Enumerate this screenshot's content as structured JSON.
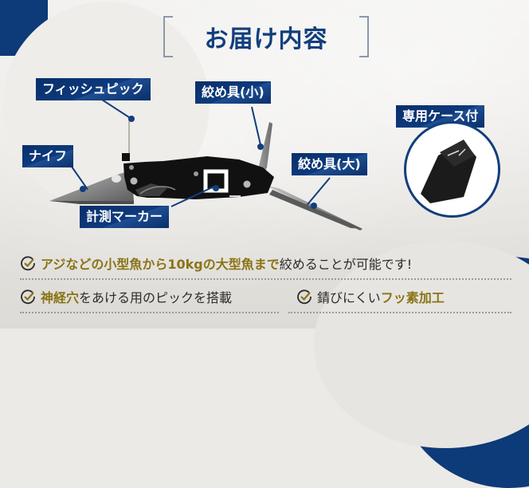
{
  "title": "お届け内容",
  "labels": {
    "fish_pick": "フィッシュピック",
    "shime_small": "絞め具(小)",
    "case": "専用ケース付",
    "knife": "ナイフ",
    "shime_large": "絞め具(大)",
    "measure_marker": "計測マーカー"
  },
  "features": [
    {
      "parts": [
        {
          "text": "アジなどの小型魚から10kgの大型魚まで",
          "highlight": true
        },
        {
          "text": "絞めることが可能です!",
          "highlight": false
        }
      ]
    },
    {
      "parts": [
        {
          "text": "神経穴",
          "highlight": true
        },
        {
          "text": "をあける用のピックを搭載",
          "highlight": false
        }
      ]
    },
    {
      "parts": [
        {
          "text": "錆びにくい",
          "highlight": false
        },
        {
          "text": "フッ素加工",
          "highlight": true
        }
      ]
    }
  ],
  "colors": {
    "navy": "#123e7d",
    "highlight_gold": "#8a7415",
    "text": "#2b2b2b",
    "bracket_gray": "#8b98ab"
  },
  "icons": {
    "bullet": "check-circle-icon"
  }
}
